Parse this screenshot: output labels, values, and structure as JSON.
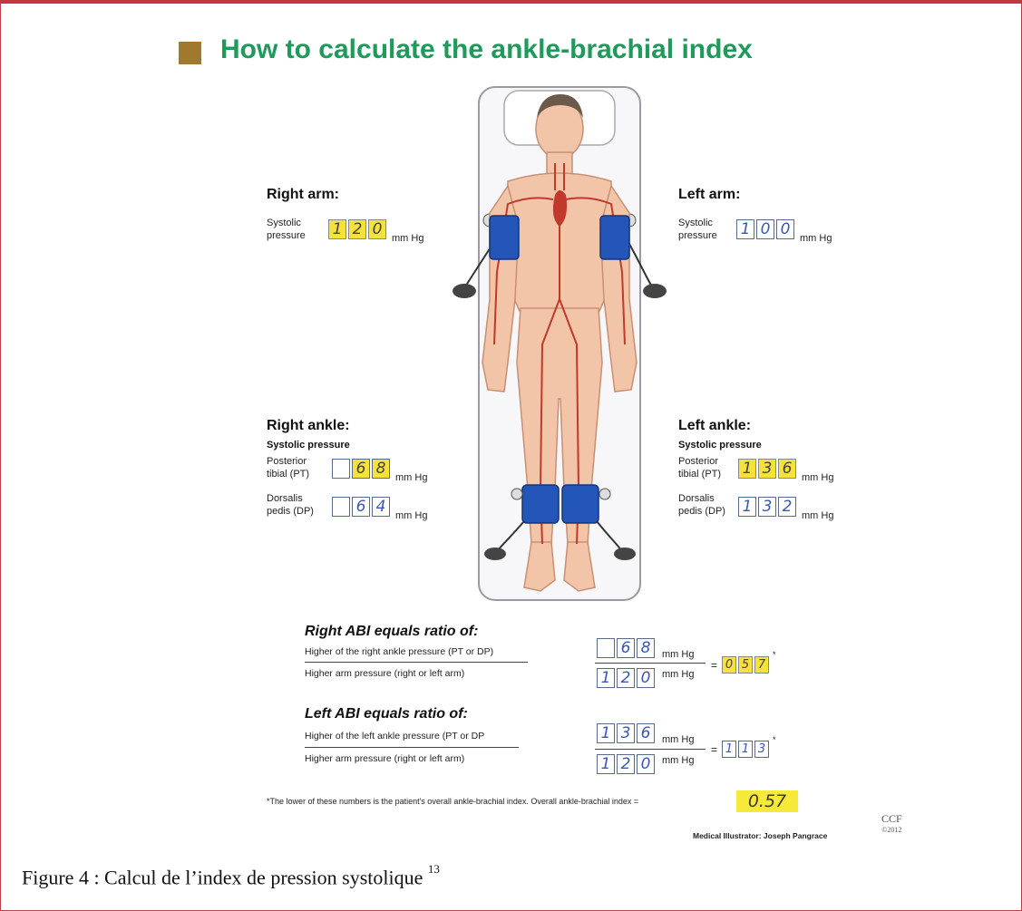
{
  "title": "How to calculate the ankle-brachial index",
  "right_arm": {
    "heading": "Right arm:",
    "label_line1": "Systolic",
    "label_line2": "pressure",
    "digits": [
      "1",
      "2",
      "0"
    ],
    "unit": "mm Hg"
  },
  "left_arm": {
    "heading": "Left arm:",
    "label_line1": "Systolic",
    "label_line2": "pressure",
    "digits": [
      "1",
      "0",
      "0"
    ],
    "unit": "mm Hg"
  },
  "right_ankle": {
    "heading": "Right ankle:",
    "subheading": "Systolic pressure",
    "pt_line1": "Posterior",
    "pt_line2": "tibial (PT)",
    "pt_digits": [
      "",
      "6",
      "8"
    ],
    "dp_line1": "Dorsalis",
    "dp_line2": "pedis (DP)",
    "dp_digits": [
      "",
      "6",
      "4"
    ],
    "unit": "mm Hg"
  },
  "left_ankle": {
    "heading": "Left ankle:",
    "subheading": "Systolic pressure",
    "pt_line1": "Posterior",
    "pt_line2": "tibial (PT)",
    "pt_digits": [
      "1",
      "3",
      "6"
    ],
    "dp_line1": "Dorsalis",
    "dp_line2": "pedis (DP)",
    "dp_digits": [
      "1",
      "3",
      "2"
    ],
    "unit": "mm Hg"
  },
  "right_abi": {
    "heading": "Right ABI equals ratio of:",
    "numerator_label": "Higher of the right ankle pressure (PT or DP)",
    "denominator_label": "Higher arm pressure (right or left arm)",
    "num_digits": [
      "",
      "6",
      "8"
    ],
    "den_digits": [
      "1",
      "2",
      "0"
    ],
    "result_digits": [
      "0",
      "5",
      "7"
    ],
    "unit": "mm Hg",
    "equals": "=",
    "asterisk": "*"
  },
  "left_abi": {
    "heading": "Left ABI equals ratio of:",
    "numerator_label": "Higher of the left ankle pressure (PT or DP",
    "denominator_label": "Higher arm pressure (right or left arm)",
    "num_digits": [
      "1",
      "3",
      "6"
    ],
    "den_digits": [
      "1",
      "2",
      "0"
    ],
    "result_digits": [
      "1",
      "1",
      "3"
    ],
    "unit": "mm Hg",
    "equals": "=",
    "asterisk": "*"
  },
  "footnote": "*The lower of these numbers is the patient's overall ankle-brachial index. Overall ankle-brachial index =",
  "overall_value": "0.57",
  "credit": "Medical Illustrator: Joseph Pangrace",
  "ccf_line1": "CCF",
  "ccf_line2": "©2012",
  "caption": "Figure 4 : Calcul de l’index de pression systolique",
  "caption_ref": "13",
  "colors": {
    "title": "#1f9a5b",
    "highlight": "#f6e23a",
    "cuff": "#2455b8",
    "skin": "#f2c4a8",
    "artery": "#c0392b",
    "border": "#c0393f"
  }
}
